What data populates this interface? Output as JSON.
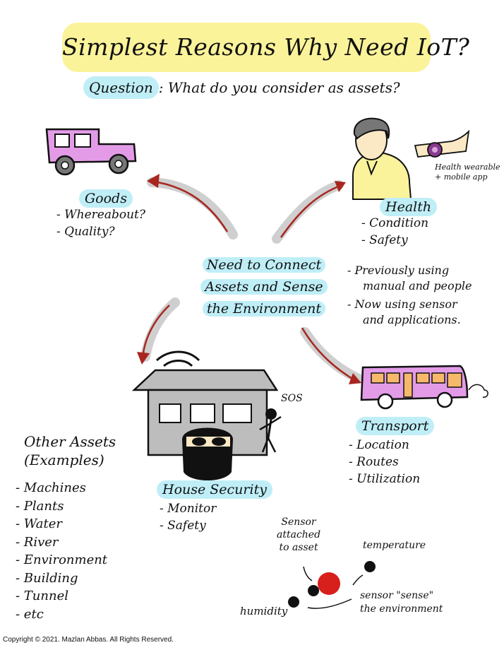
{
  "title": "Simplest Reasons Why Need IoT?",
  "question": {
    "key": "Question",
    "text": ": What do you consider as assets?"
  },
  "center": {
    "lines": [
      "Need to Connect",
      "Assets and Sense",
      "the Environment"
    ]
  },
  "center_notes": {
    "items": [
      "- Previously using",
      "manual and people",
      "- Now using sensor",
      "and applications."
    ]
  },
  "goods": {
    "label": "Goods",
    "items": [
      "- Whereabout?",
      "- Quality?"
    ]
  },
  "health": {
    "label": "Health",
    "items": [
      "- Condition",
      "- Safety"
    ],
    "wearable_note": [
      "Health wearable",
      "+ mobile app"
    ]
  },
  "transport": {
    "label": "Transport",
    "items": [
      "- Location",
      "- Routes",
      "- Utilization"
    ]
  },
  "house": {
    "label": "House Security",
    "items": [
      "- Monitor",
      "- Safety"
    ],
    "sos": "SOS"
  },
  "other_assets": {
    "heading": [
      "Other Assets",
      "(Examples)"
    ],
    "items": [
      "- Machines",
      "- Plants",
      "- Water",
      "- River",
      "- Environment",
      "- Building",
      "- Tunnel",
      "- etc"
    ]
  },
  "sensors": {
    "attached": [
      "Sensor",
      "attached",
      "to asset"
    ],
    "temperature": "temperature",
    "sense": [
      "sensor \"sense\"",
      "the environment"
    ],
    "humidity": "humidity"
  },
  "copyright": "Copyright © 2021. Mazlan Abbas. All Rights Reserved.",
  "colors": {
    "title_highlight": "#fbf39a",
    "label_highlight": "#bfeef7",
    "arrow": "#a8261f",
    "arrow_shadow": "#cfcfcf",
    "vehicle": "#e39be8",
    "skin": "#fbe9c5",
    "shirt": "#faf39b",
    "sensor_red": "#d71f1c"
  }
}
